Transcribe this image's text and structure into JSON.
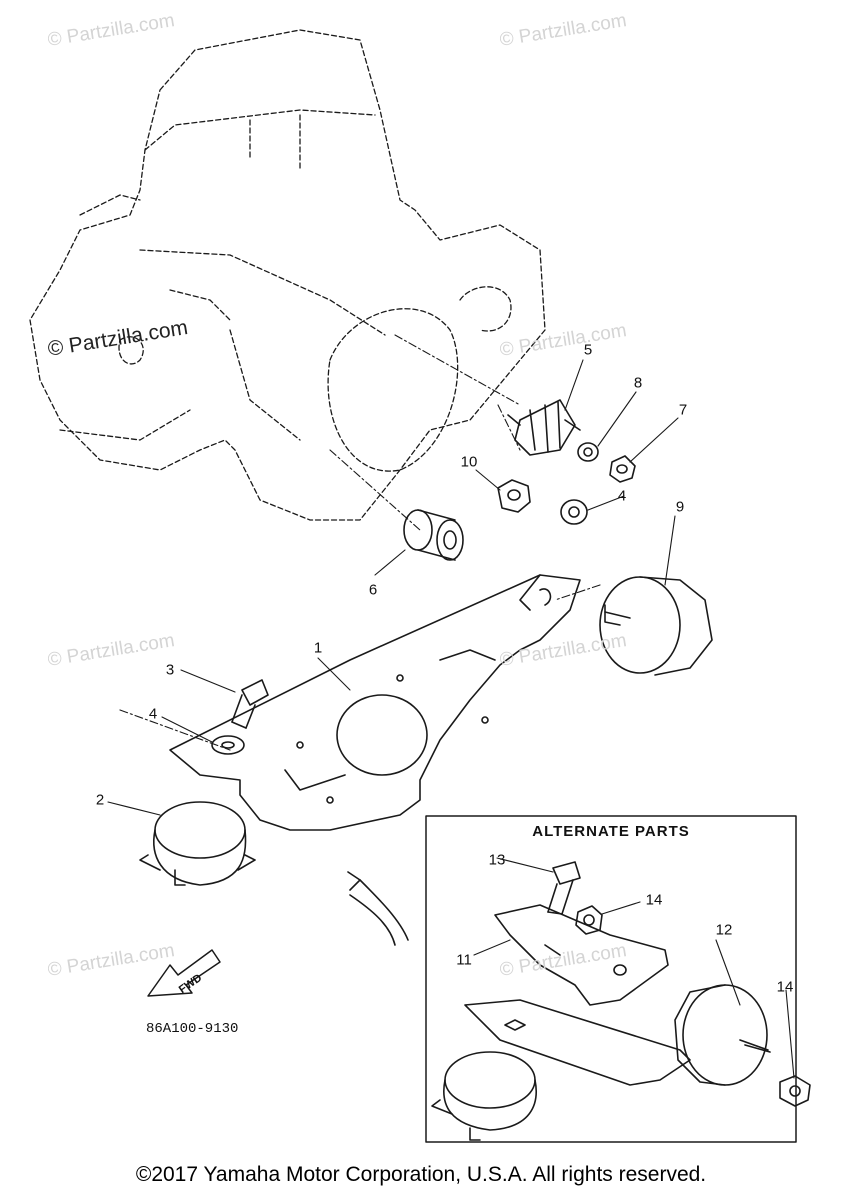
{
  "watermarks": {
    "text": "© Partzilla.com",
    "dark_text": "© Partzilla.com"
  },
  "callouts": {
    "c1": "1",
    "c2": "2",
    "c3": "3",
    "c4a": "4",
    "c4b": "4",
    "c5": "5",
    "c6": "6",
    "c7": "7",
    "c8": "8",
    "c9": "9",
    "c10": "10",
    "c11": "11",
    "c12": "12",
    "c13": "13",
    "c14a": "14",
    "c14b": "14"
  },
  "alternate_parts": {
    "title": "ALTERNATE PARTS"
  },
  "fwd_label": "FWD",
  "reference_code": "86A100-9130",
  "footer": "©2017  Yamaha Motor Corporation, U.S.A. All rights reserved.",
  "colors": {
    "line": "#111111",
    "watermark": "#d4d4d4",
    "background": "#ffffff"
  }
}
